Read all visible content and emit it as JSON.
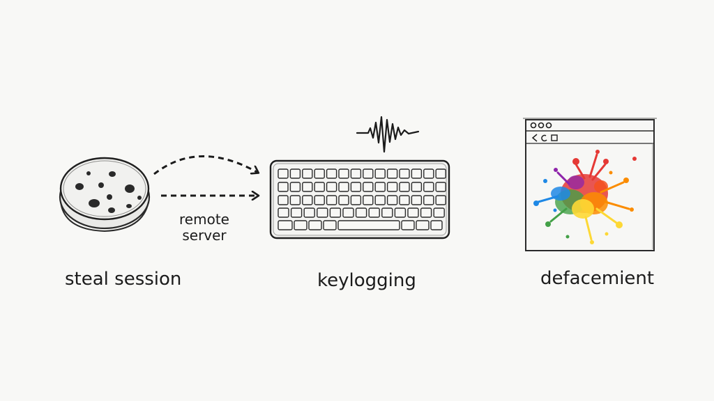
{
  "labels": {
    "steal_session": "steal session",
    "remote_server_line1": "remote",
    "remote_server_line2": "server",
    "keylogging": "keylogging",
    "defacement": "defacemient"
  },
  "icons": {
    "cookie": "cookie-icon",
    "keyboard": "keyboard-icon",
    "waveform": "waveform-icon",
    "browser": "browser-window-icon",
    "splash": "paint-splash-icon"
  },
  "colors": {
    "ink": "#1b1b1b",
    "background": "#f8f8f6",
    "splash": [
      "#e53935",
      "#fb8c00",
      "#fdd835",
      "#43a047",
      "#1e88e5",
      "#8e24aa"
    ]
  }
}
